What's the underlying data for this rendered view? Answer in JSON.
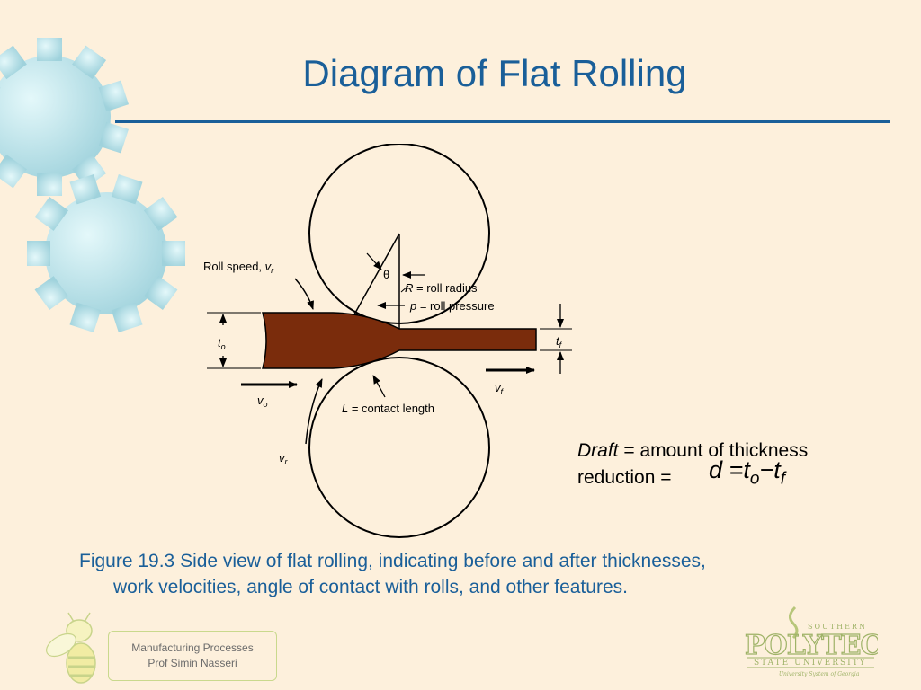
{
  "slide": {
    "title": "Diagram of Flat Rolling"
  },
  "diagram": {
    "roll_speed_label": "Roll speed, ",
    "roll_speed_symbol": "v",
    "roll_speed_sub": "r",
    "theta": "θ",
    "R_symbol": "R",
    "R_text": " = roll radius",
    "p_symbol": "p",
    "p_text": " = roll pressure",
    "to_symbol": "t",
    "to_sub": "o",
    "tf_symbol": "t",
    "tf_sub": "f",
    "vo_symbol": "v",
    "vo_sub": "o",
    "vf_symbol": "v",
    "vf_sub": "f",
    "L_symbol": "L",
    "L_text": " = contact length",
    "vr_symbol": "v",
    "vr_sub": "r",
    "colors": {
      "workpiece": "#7a2c0c",
      "line": "#000000"
    }
  },
  "draft": {
    "term": "Draft",
    "line1_rest": " = amount of thickness",
    "line2": "reduction =",
    "formula_d": "d",
    "formula_eq": " =",
    "formula_t1": "t",
    "formula_sub1": "o",
    "formula_minus": "−",
    "formula_t2": "t",
    "formula_sub2": "f"
  },
  "caption": {
    "line1": "Figure 19.3  Side view of flat rolling, indicating before and after thicknesses,",
    "line2": "work velocities, angle of contact with rolls, and other features."
  },
  "footer": {
    "course": "Manufacturing Processes",
    "instructor": "Prof Simin Nasseri"
  },
  "logo": {
    "southern": "SOUTHERN",
    "polytechnic": "POLYTECHNIC",
    "state_university": "STATE UNIVERSITY",
    "tagline": "University System of Georgia"
  },
  "theme": {
    "background": "#fdf0dc",
    "title_color": "#1a5f99",
    "gear_color": "#b8e4ec"
  }
}
